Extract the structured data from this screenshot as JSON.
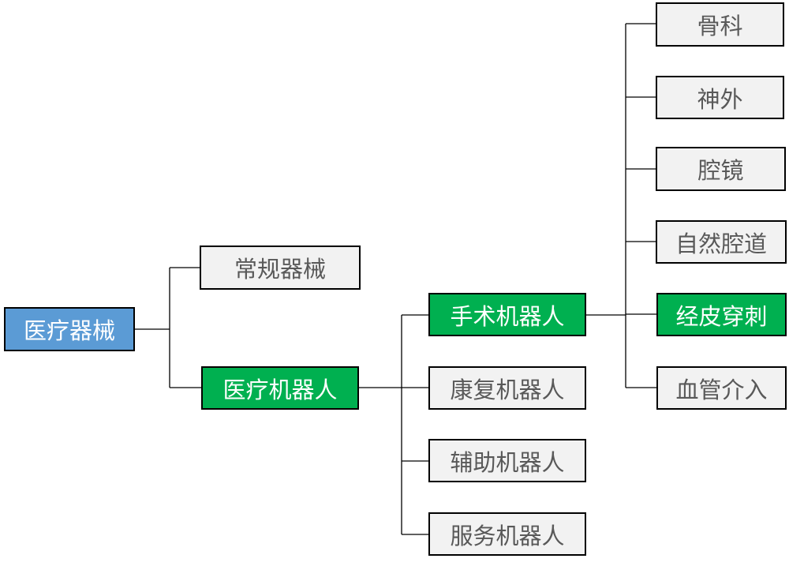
{
  "colors": {
    "root": "#5B9BD5",
    "highlight": "#00B050",
    "normal": "#F2F2F2",
    "text_normal": "#595959"
  },
  "root": {
    "label": "医疗器械"
  },
  "level1": [
    {
      "label": "常规器械",
      "highlight": false
    },
    {
      "label": "医疗机器人",
      "highlight": true
    }
  ],
  "level2": [
    {
      "label": "手术机器人",
      "highlight": true
    },
    {
      "label": "康复机器人",
      "highlight": false
    },
    {
      "label": "辅助机器人",
      "highlight": false
    },
    {
      "label": "服务机器人",
      "highlight": false
    }
  ],
  "level3": [
    {
      "label": "骨科",
      "highlight": false
    },
    {
      "label": "神外",
      "highlight": false
    },
    {
      "label": "腔镜",
      "highlight": false
    },
    {
      "label": "自然腔道",
      "highlight": false
    },
    {
      "label": "经皮穿刺",
      "highlight": true
    },
    {
      "label": "血管介入",
      "highlight": false
    }
  ]
}
